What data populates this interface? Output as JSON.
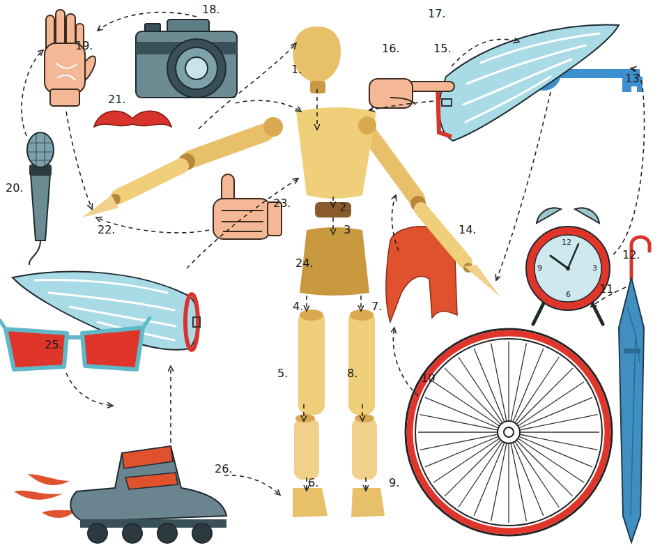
{
  "diagram": {
    "labels": [
      "1.",
      "2.",
      "3",
      "4.",
      "5.",
      "6.",
      "7.",
      "8.",
      "9.",
      "10",
      "11.",
      "12.",
      "13.",
      "14.",
      "15.",
      "16.",
      "17.",
      "18.",
      "19.",
      "20.",
      "21.",
      "22.",
      "23.",
      "24.",
      "25.",
      "26.",
      "12",
      "3",
      "6",
      "9"
    ]
  }
}
